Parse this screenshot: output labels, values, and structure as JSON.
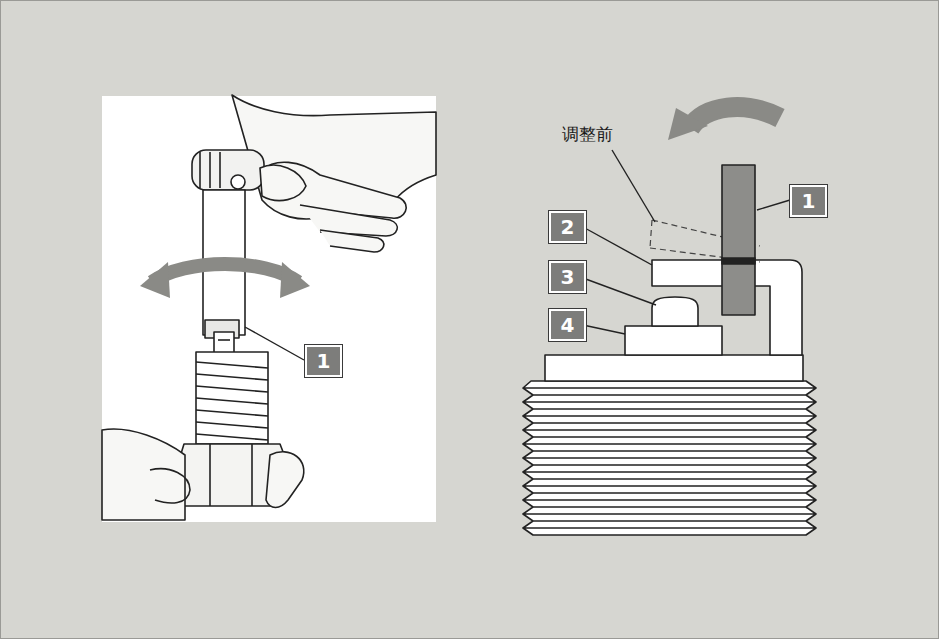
{
  "diagram": {
    "labels": [
      "1",
      "调整前",
      "1",
      "2",
      "3",
      "4"
    ]
  }
}
